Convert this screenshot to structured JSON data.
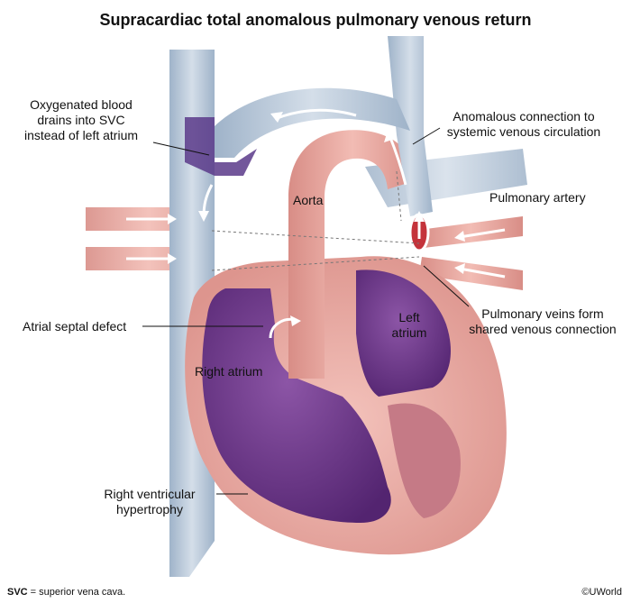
{
  "title": "Supracardiac total anomalous pulmonary venous return",
  "labels": {
    "oxygenated": [
      "Oxygenated blood",
      "drains into SVC",
      "instead of left atrium"
    ],
    "anomalous": [
      "Anomalous connection to",
      "systemic venous circulation"
    ],
    "aorta": "Aorta",
    "pulmonary_artery": "Pulmonary artery",
    "asd": "Atrial septal defect",
    "left_atrium": [
      "Left",
      "atrium"
    ],
    "right_atrium": "Right atrium",
    "pv_shared": [
      "Pulmonary veins form",
      "shared venous connection"
    ],
    "rvh": [
      "Right ventricular",
      "hypertrophy"
    ]
  },
  "footnote": {
    "abbr": "SVC",
    "text": " = superior vena cava."
  },
  "brand": "©UWorld",
  "colors": {
    "vein_blue": "#b8c7d8",
    "deoxy_purple": "#6a3585",
    "heart_pink": "#e8a7a2",
    "muscle_pink": "#d98b86",
    "artery_pink": "#e49a8f",
    "arrow_white": "#ffffff"
  }
}
